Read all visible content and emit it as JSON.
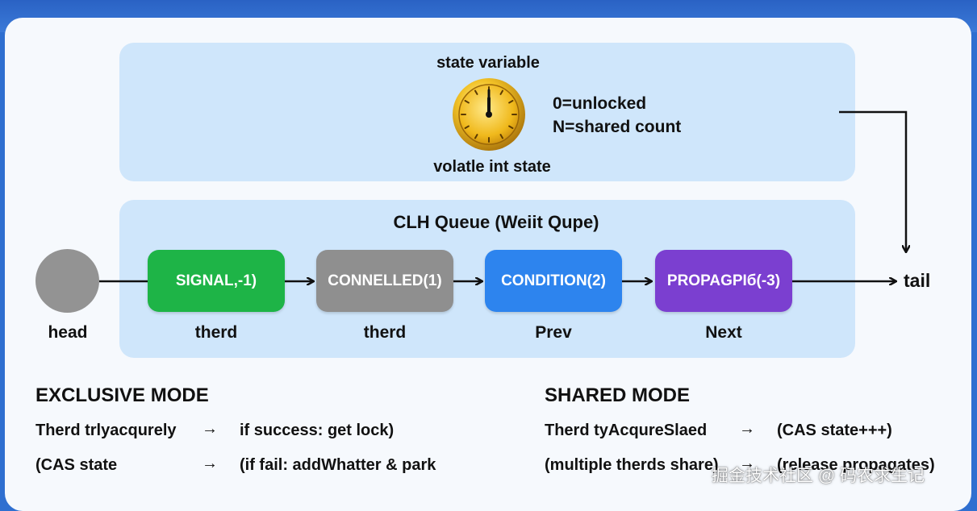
{
  "state_panel": {
    "title": "state variable",
    "values_line1": "0=unlocked",
    "values_line2": "N=shared count",
    "caption": "volatle int state"
  },
  "queue": {
    "title": "CLH Queue (Weiit Qupe)",
    "head_label": "head",
    "tail_label": "tail",
    "nodes": [
      {
        "label": "SIGNAL,-1)",
        "sublabel": "therd",
        "color": "#1eb447"
      },
      {
        "label": "CONNELLED(1)",
        "sublabel": "therd",
        "color": "#8f8f8f"
      },
      {
        "label": "CONDITION(2)",
        "sublabel": "Prev",
        "color": "#2d84ee"
      },
      {
        "label": "PROPAGPIб(-3)",
        "sublabel": "Next",
        "color": "#7b3fd0"
      }
    ]
  },
  "exclusive": {
    "heading": "EXCLUSIVE MODE",
    "row1_left": "Therd trlyacqurely",
    "row1_right": "if success: get lock)",
    "row2_left": "(CAS state",
    "row2_right": "(if fail:  addWhatter & park"
  },
  "shared": {
    "heading": "SHARED MODE",
    "row1_left": "Therd tyAcqureSlaed",
    "row1_right": "(CAS state+++)",
    "row2_left": "(multiple therds share)",
    "row2_right": "(release propagates)"
  },
  "arrow_glyph": "→",
  "watermark": "掘金技术社区 @ 码农求生记"
}
